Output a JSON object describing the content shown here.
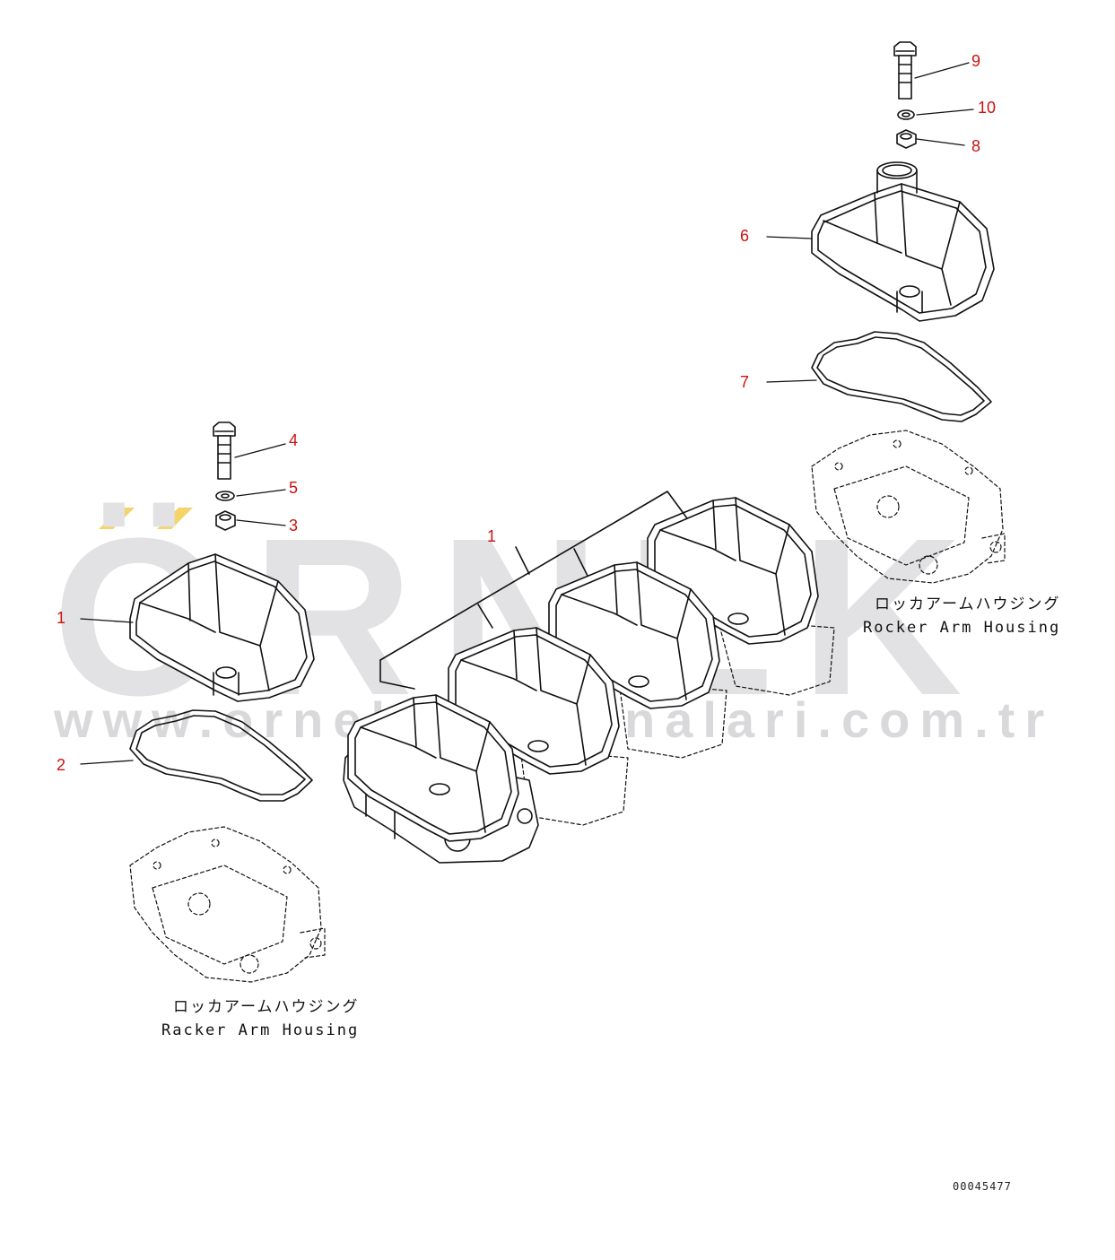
{
  "watermark": {
    "logo_text": "ÖRNEK",
    "url": "www.ornekismakinalari.com.tr",
    "logo_accent_color": "#f5d36a",
    "logo_color": "#e2e2e4"
  },
  "callouts": {
    "c1_left": "1",
    "c1_center": "1",
    "c2": "2",
    "c3": "3",
    "c4": "4",
    "c5": "5",
    "c6": "6",
    "c7": "7",
    "c8": "8",
    "c9": "9",
    "c10": "10"
  },
  "callout_color": "#cc1111",
  "housing_labels": {
    "left": {
      "jp": "ロッカアームハウジング",
      "en": "Racker Arm Housing"
    },
    "right": {
      "jp": "ロッカアームハウジング",
      "en": "Rocker Arm Housing"
    }
  },
  "drawing_number": "00045477"
}
